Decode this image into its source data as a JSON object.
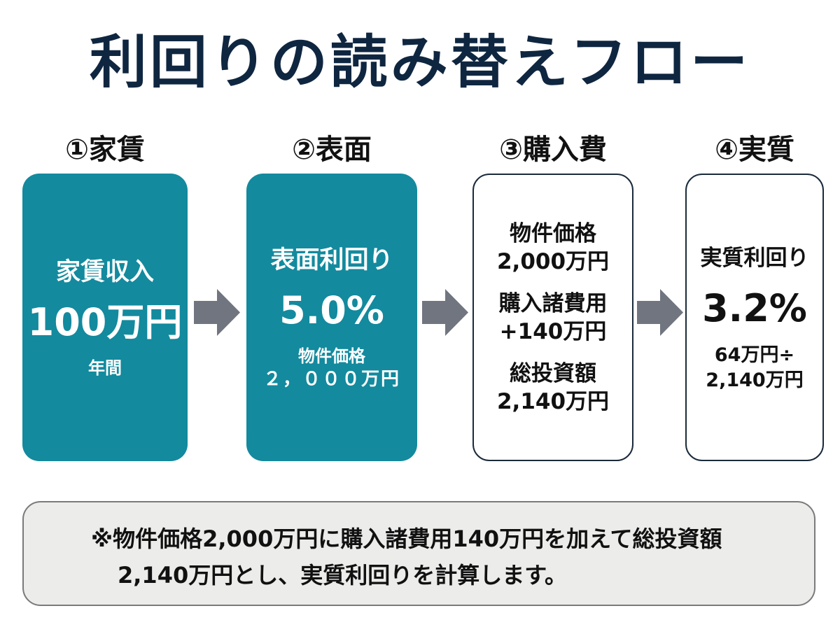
{
  "title": "利回りの読み替えフロー",
  "steps": [
    {
      "label": "①家賃",
      "style": "filled",
      "heading": "家賃収入",
      "value": "100万円",
      "sub": "年間"
    },
    {
      "label": "②表面",
      "style": "filled",
      "heading": "表面利回り",
      "value": "5.0%",
      "sub_line1": "物件価格",
      "sub_line2": "２，０００万円"
    },
    {
      "label": "③購入費",
      "style": "outline",
      "items": [
        {
          "name": "物件価格",
          "amount": "2,000万円"
        },
        {
          "name": "購入諸費用",
          "amount": "+140万円"
        },
        {
          "name": "総投資額",
          "amount": "2,140万円"
        }
      ]
    },
    {
      "label": "④実質",
      "style": "outline",
      "heading": "実質利回り",
      "value": "3.2%",
      "sub_line1": "64万円÷",
      "sub_line2": "2,140万円"
    }
  ],
  "arrows": [
    "right-arrow",
    "right-arrow",
    "right-arrow"
  ],
  "note": {
    "line1": "※物件価格2,000万円に購入諸費用140万円を加えて総投資額",
    "line2": "2,140万円とし、実質利回りを計算します。"
  },
  "colors": {
    "title": "#0f2640",
    "teal_box": "#138a9e",
    "outline_border": "#1a2a3a",
    "arrow": "#707580",
    "note_bg": "#ececea",
    "note_border": "#7a7a7a"
  }
}
